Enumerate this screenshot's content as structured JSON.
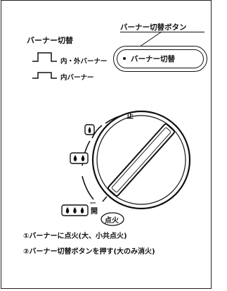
{
  "legend": {
    "title": "バーナー切替",
    "items": [
      {
        "label": "内・外バーナー"
      },
      {
        "label": "内バーナー"
      }
    ]
  },
  "callout": {
    "title": "バーナー切替ボタン",
    "button_label": "バーナー切替"
  },
  "dial": {
    "stop_label": "止",
    "open_label": "開",
    "ignite_label": "点火"
  },
  "captions": [
    "①バーナーに点火(大、小共点火)",
    "②バーナー切替ボタンを押す(大のみ消火)"
  ]
}
